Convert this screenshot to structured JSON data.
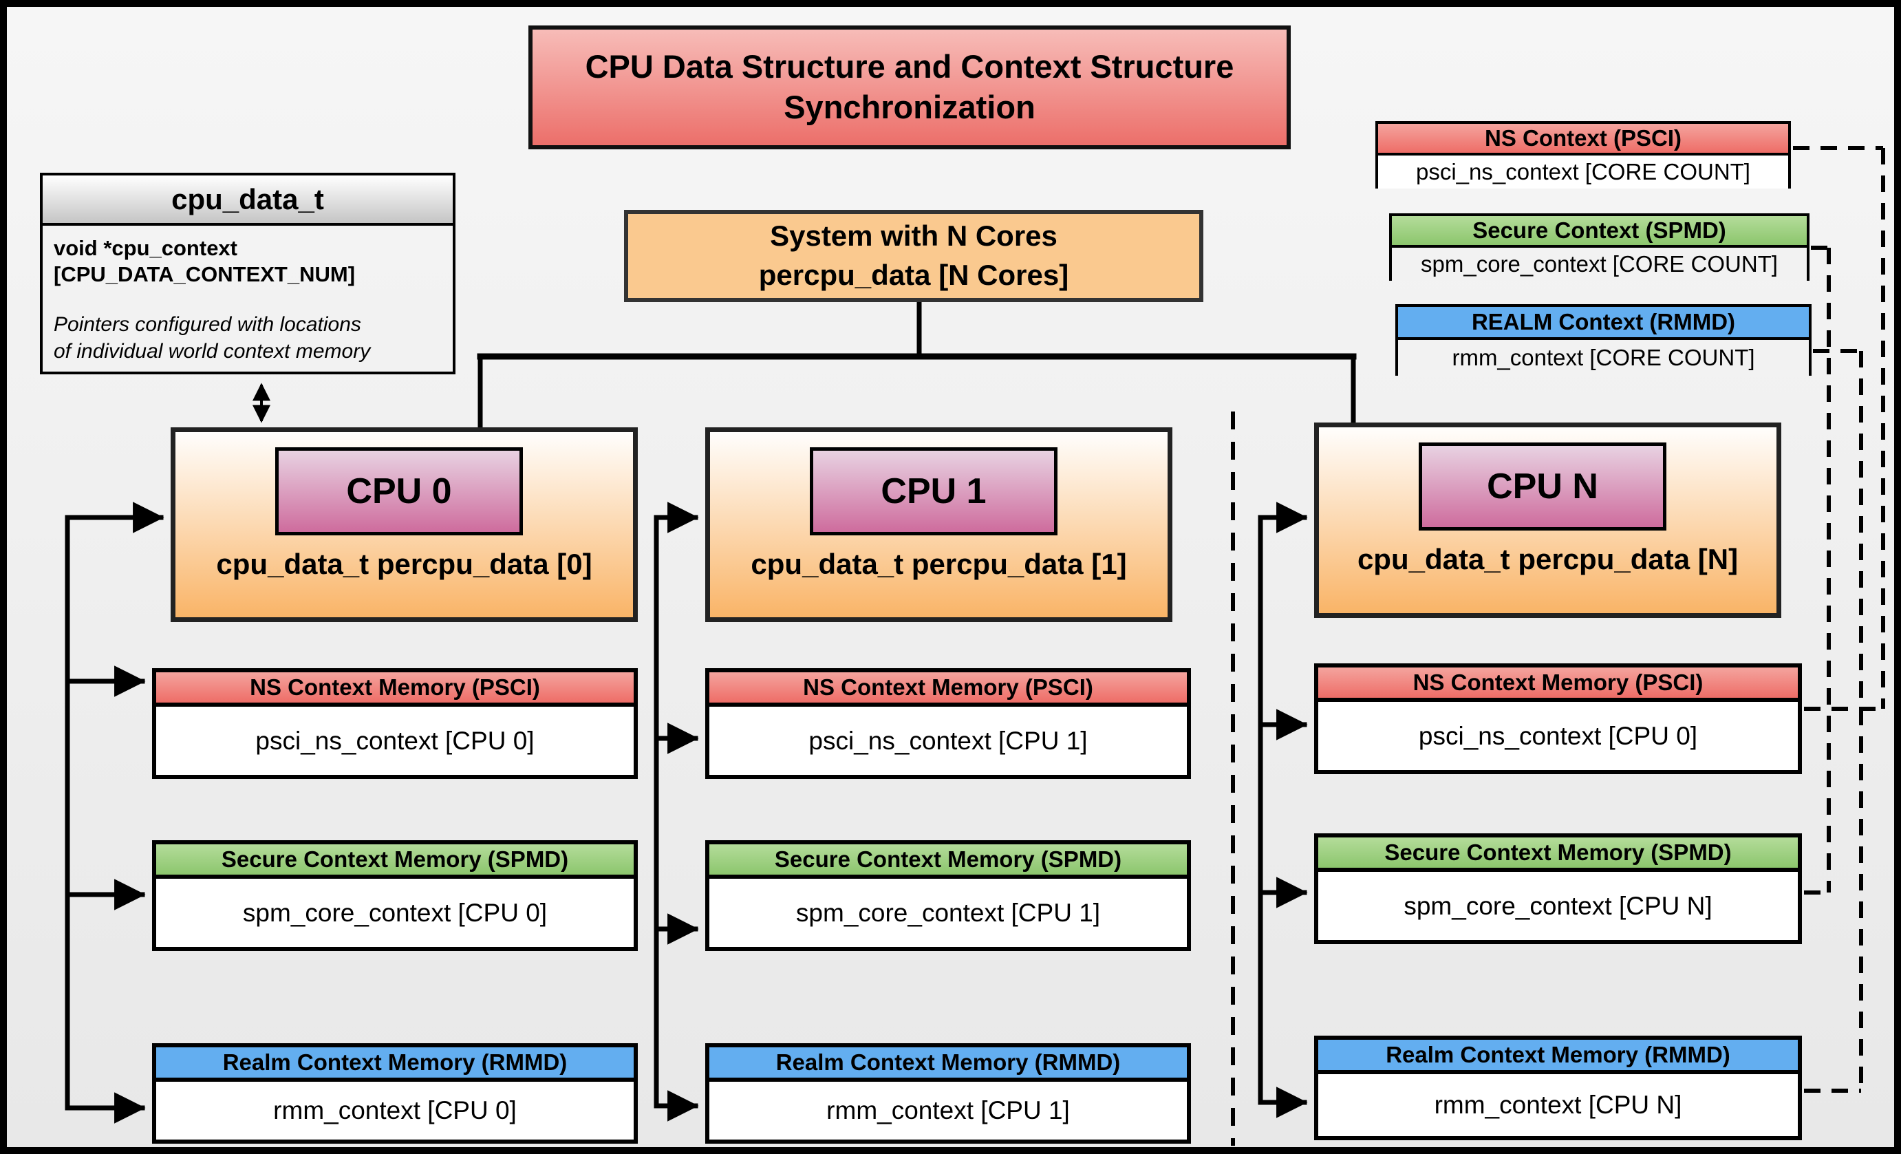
{
  "title": {
    "line1": "CPU Data Structure and Context Structure",
    "line2": "Synchronization"
  },
  "cpu_data_t": {
    "header": "cpu_data_t",
    "field1": "void *cpu_context",
    "field2": "[CPU_DATA_CONTEXT_NUM]",
    "note1": "Pointers configured with locations",
    "note2": "of individual world context memory"
  },
  "system": {
    "line1": "System with N Cores",
    "line2": "percpu_data [N Cores]"
  },
  "legend": {
    "ns": {
      "header": "NS Context (PSCI)",
      "body": "psci_ns_context [CORE COUNT]"
    },
    "secure": {
      "header": "Secure Context (SPMD)",
      "body": "spm_core_context [CORE COUNT]"
    },
    "realm": {
      "header": "REALM Context (RMMD)",
      "body": "rmm_context [CORE COUNT]"
    }
  },
  "cpus": [
    {
      "name": "CPU 0",
      "data_label": "cpu_data_t percpu_data [0]",
      "ns_header": "NS Context Memory (PSCI)",
      "ns_body": "psci_ns_context [CPU 0]",
      "secure_header": "Secure Context Memory (SPMD)",
      "secure_body": "spm_core_context [CPU 0]",
      "realm_header": "Realm Context Memory (RMMD)",
      "realm_body": "rmm_context [CPU 0]"
    },
    {
      "name": "CPU 1",
      "data_label": "cpu_data_t percpu_data [1]",
      "ns_header": "NS Context Memory (PSCI)",
      "ns_body": "psci_ns_context [CPU 1]",
      "secure_header": "Secure Context Memory (SPMD)",
      "secure_body": "spm_core_context [CPU 1]",
      "realm_header": "Realm Context Memory (RMMD)",
      "realm_body": "rmm_context [CPU 1]"
    },
    {
      "name": "CPU N",
      "data_label": "cpu_data_t percpu_data [N]",
      "ns_header": "NS Context Memory (PSCI)",
      "ns_body": "psci_ns_context [CPU 0]",
      "secure_header": "Secure Context Memory (SPMD)",
      "secure_body": "spm_core_context [CPU N]",
      "realm_header": "Realm Context Memory (RMMD)",
      "realm_body": "rmm_context [CPU N]"
    }
  ],
  "colors": {
    "page-top": "#f6f6f6",
    "page-bottom": "#e8e8e8",
    "title-top": "#f7bcb8",
    "title-bottom": "#ec6f6a",
    "red-top": "#f4a49e",
    "red-bottom": "#ee6d67",
    "green-top": "#b4dc9a",
    "green-bottom": "#8cc66d",
    "blue": "#63aef0",
    "orange": "#fac98f",
    "cpu-top": "#fffefd",
    "cpu-bottom": "#f9b467",
    "pink-top": "#e8d2e2",
    "pink-bottom": "#ce6c9d",
    "gray-top": "#ffffff",
    "gray-bottom": "#c5c5c5",
    "legend-body": "#f2f2f2",
    "line": "#000000"
  }
}
